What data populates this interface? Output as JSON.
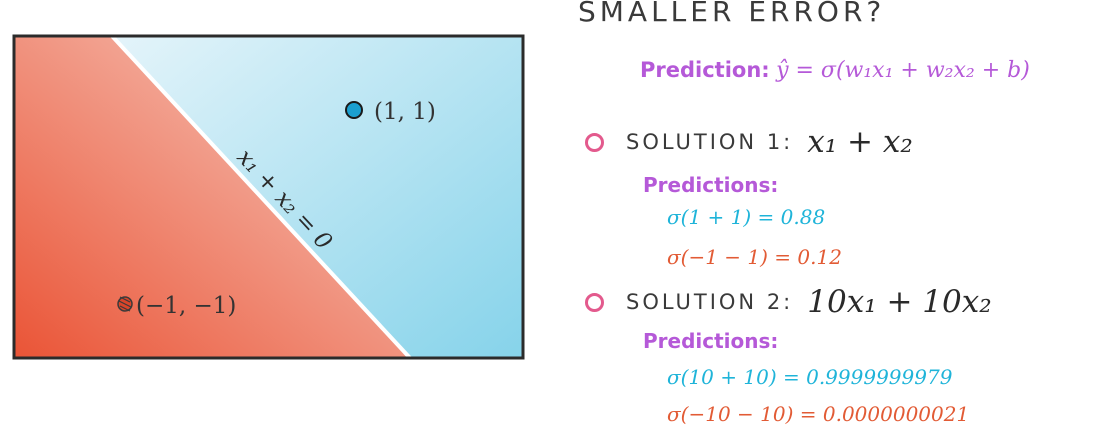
{
  "heading": "SMALLER ERROR?",
  "prediction": {
    "label": "Prediction:",
    "equation": "ŷ = σ(w₁x₁ + w₂x₂ + b)"
  },
  "diagram": {
    "boundary_label": "x₁ + x₂ = 0",
    "point_blue": {
      "label": "(1, 1)",
      "color": "#1b9fcf"
    },
    "point_red": {
      "label": "(−1, −1)",
      "color": "#d9452a"
    },
    "colors": {
      "red_region": "#ea5a3d",
      "blue_region": "#8fd6ea",
      "border": "#2b2b2b"
    }
  },
  "solutions": [
    {
      "label": "SOLUTION 1:",
      "equation": "x₁ + x₂",
      "predictions_label": "Predictions:",
      "predictions": [
        "σ(1 + 1) = 0.88",
        "σ(−1 − 1) = 0.12"
      ]
    },
    {
      "label": "SOLUTION 2:",
      "equation": "10x₁ + 10x₂",
      "predictions_label": "Predictions:",
      "predictions": [
        "σ(10 + 10) = 0.9999999979",
        "σ(−10 − 10) = 0.0000000021"
      ]
    }
  ]
}
